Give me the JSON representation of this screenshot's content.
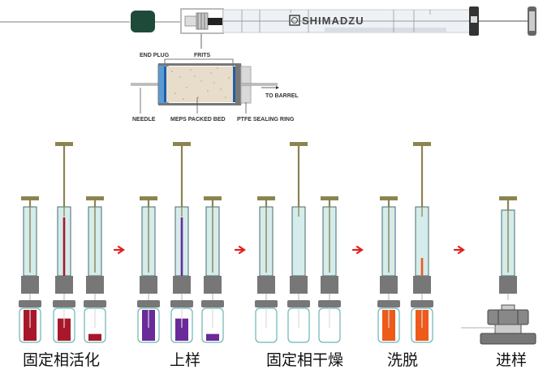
{
  "syringe": {
    "brand": "SHIMADZU",
    "colors": {
      "cap": "#1f4a3a",
      "barrel": "#eef2f6",
      "metal": "#9a9a9a"
    }
  },
  "cartridge": {
    "labels": {
      "end_plug": "END PLUG",
      "frits": "FRITS",
      "to_barrel": "TO BARREL",
      "needle": "NEEDLE",
      "packed_bed": "MEPS PACKED BED",
      "sealing_ring": "PTFE SEALING RING"
    },
    "colors": {
      "end_plug": "#5b9bd5",
      "frit": "#1f5fa8",
      "bed": "#e8dccb",
      "housing": "#777777",
      "ring": "#d9d9d9"
    }
  },
  "steps": [
    {
      "label": "固定相活化",
      "liquid_color": "#a8182a"
    },
    {
      "label": "上样",
      "liquid_color": "#6a2a9a"
    },
    {
      "label": "固定相干燥",
      "liquid_color": ""
    },
    {
      "label": "洗脱",
      "liquid_color": "#ee5a1a"
    },
    {
      "label": "进样",
      "liquid_color": ""
    }
  ],
  "colors": {
    "plunger": "#8c8450",
    "barrel_fill": "#d5ecec",
    "barrel_stroke": "#4a6a6a",
    "hub": "#777777",
    "vial_stroke": "#6bb3b3",
    "arrow": "#e02020"
  },
  "icons": {
    "arrow": "right-arrow-icon"
  }
}
